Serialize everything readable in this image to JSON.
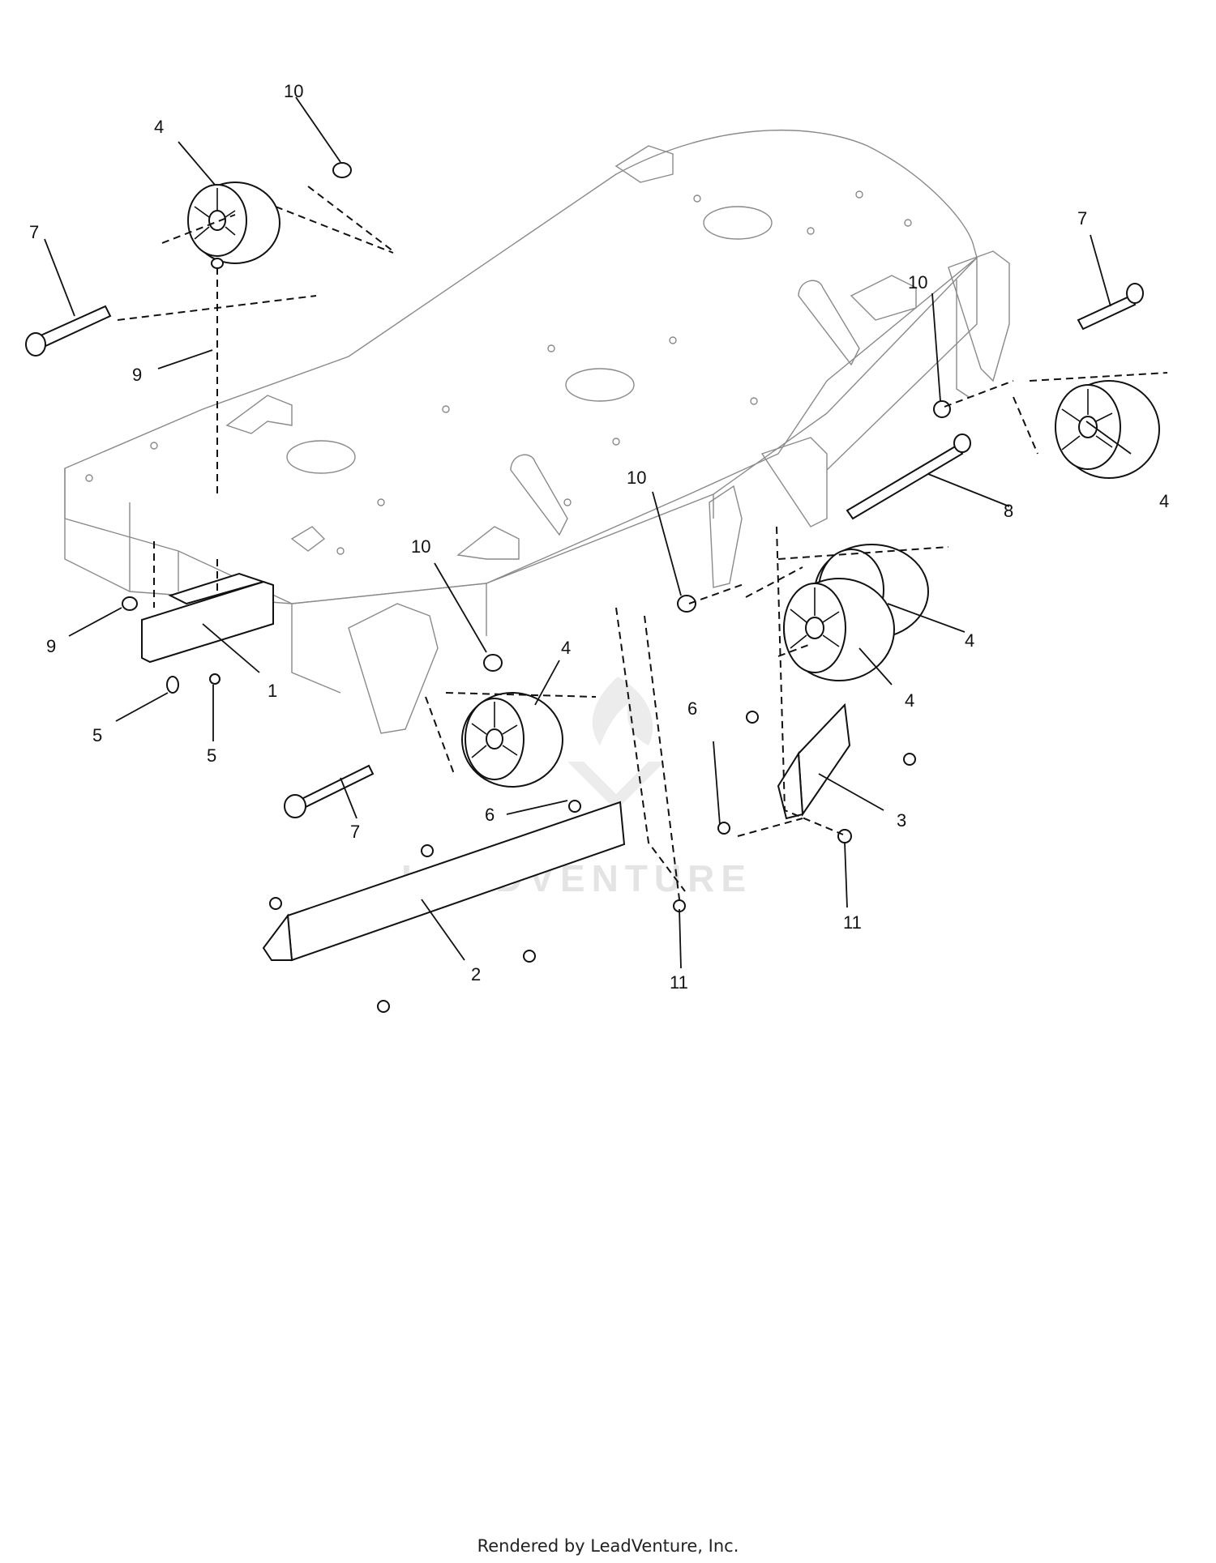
{
  "diagram": {
    "callouts": {
      "c1": "1",
      "c2": "2",
      "c3": "3",
      "c4a": "4",
      "c4b": "4",
      "c4c": "4",
      "c4d": "4",
      "c4e": "4",
      "c5a": "5",
      "c5b": "5",
      "c6a": "6",
      "c6b": "6",
      "c7a": "7",
      "c7b": "7",
      "c7c": "7",
      "c8": "8",
      "c9a": "9",
      "c9b": "9",
      "c10a": "10",
      "c10b": "10",
      "c10c": "10",
      "c10d": "10",
      "c11a": "11",
      "c11b": "11"
    },
    "watermark": "LEADVENTURE"
  },
  "footer": {
    "text": "Rendered by LeadVenture, Inc."
  }
}
